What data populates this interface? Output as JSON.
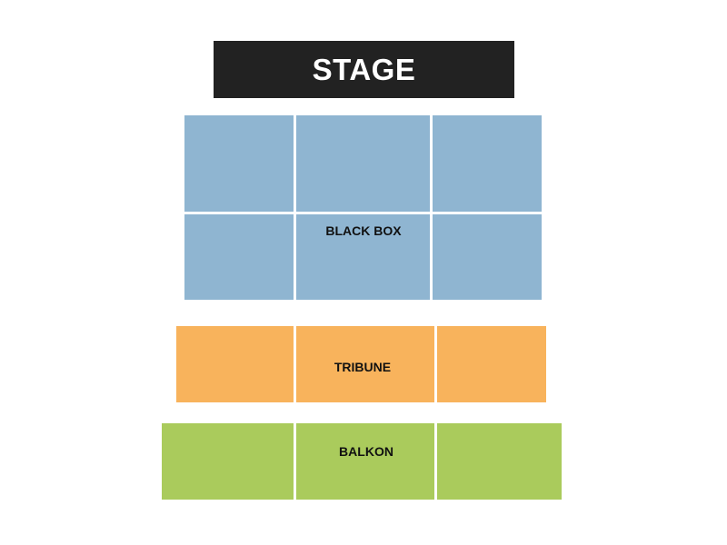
{
  "stage": {
    "label": "STAGE",
    "color": "#222222"
  },
  "sections": [
    {
      "id": "black-box",
      "label": "BLACK BOX",
      "color": "#8fb5d1",
      "blocks": 6
    },
    {
      "id": "tribune",
      "label": "TRIBUNE",
      "color": "#f8b35c",
      "blocks": 3
    },
    {
      "id": "balkon",
      "label": "BALKON",
      "color": "#aacb5c",
      "blocks": 3
    }
  ]
}
